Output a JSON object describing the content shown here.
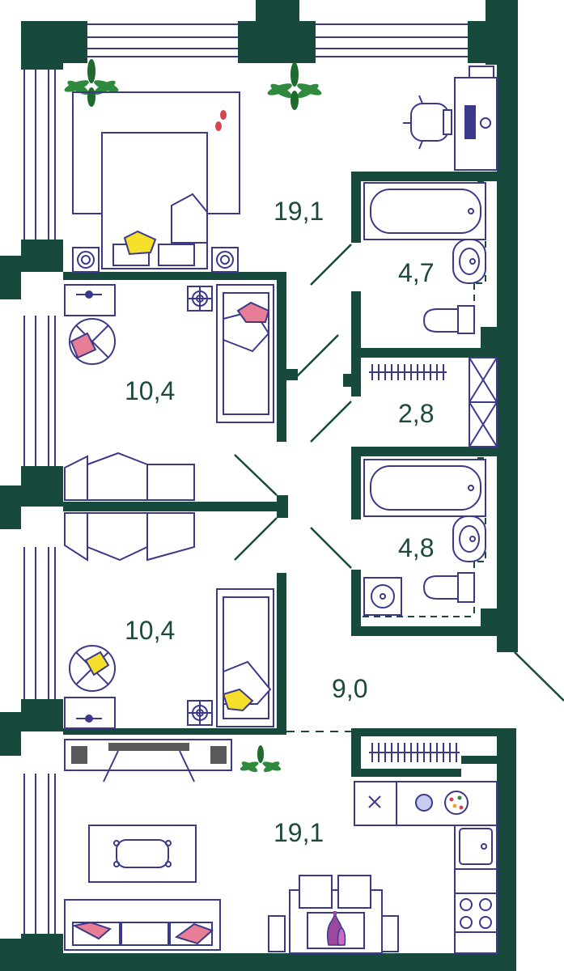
{
  "colors": {
    "wall": "#17493d",
    "furniture_line": "#3b3a8a",
    "label": "#1c4a3e",
    "pillow_pink": "#e87e95",
    "pillow_yellow": "#f6df2a",
    "plant_green": "#2f8a3e"
  },
  "rooms": [
    {
      "id": "bedroom-master",
      "label": "19,1"
    },
    {
      "id": "bathroom-1",
      "label": "4,7"
    },
    {
      "id": "bedroom-2",
      "label": "10,4"
    },
    {
      "id": "wardrobe",
      "label": "2,8"
    },
    {
      "id": "bathroom-2",
      "label": "4,8"
    },
    {
      "id": "bedroom-3",
      "label": "10,4"
    },
    {
      "id": "hall",
      "label": "9,0"
    },
    {
      "id": "living-kitchen",
      "label": "19,1"
    }
  ],
  "icons": [
    "plant-icon",
    "bed-icon",
    "bathtub-icon",
    "sink-icon",
    "toilet-icon",
    "desk-icon",
    "chair-icon",
    "sofa-icon",
    "table-icon",
    "stove-icon",
    "wardrobe-icon",
    "washing-machine-icon",
    "slippers-icon",
    "vase-icon"
  ]
}
